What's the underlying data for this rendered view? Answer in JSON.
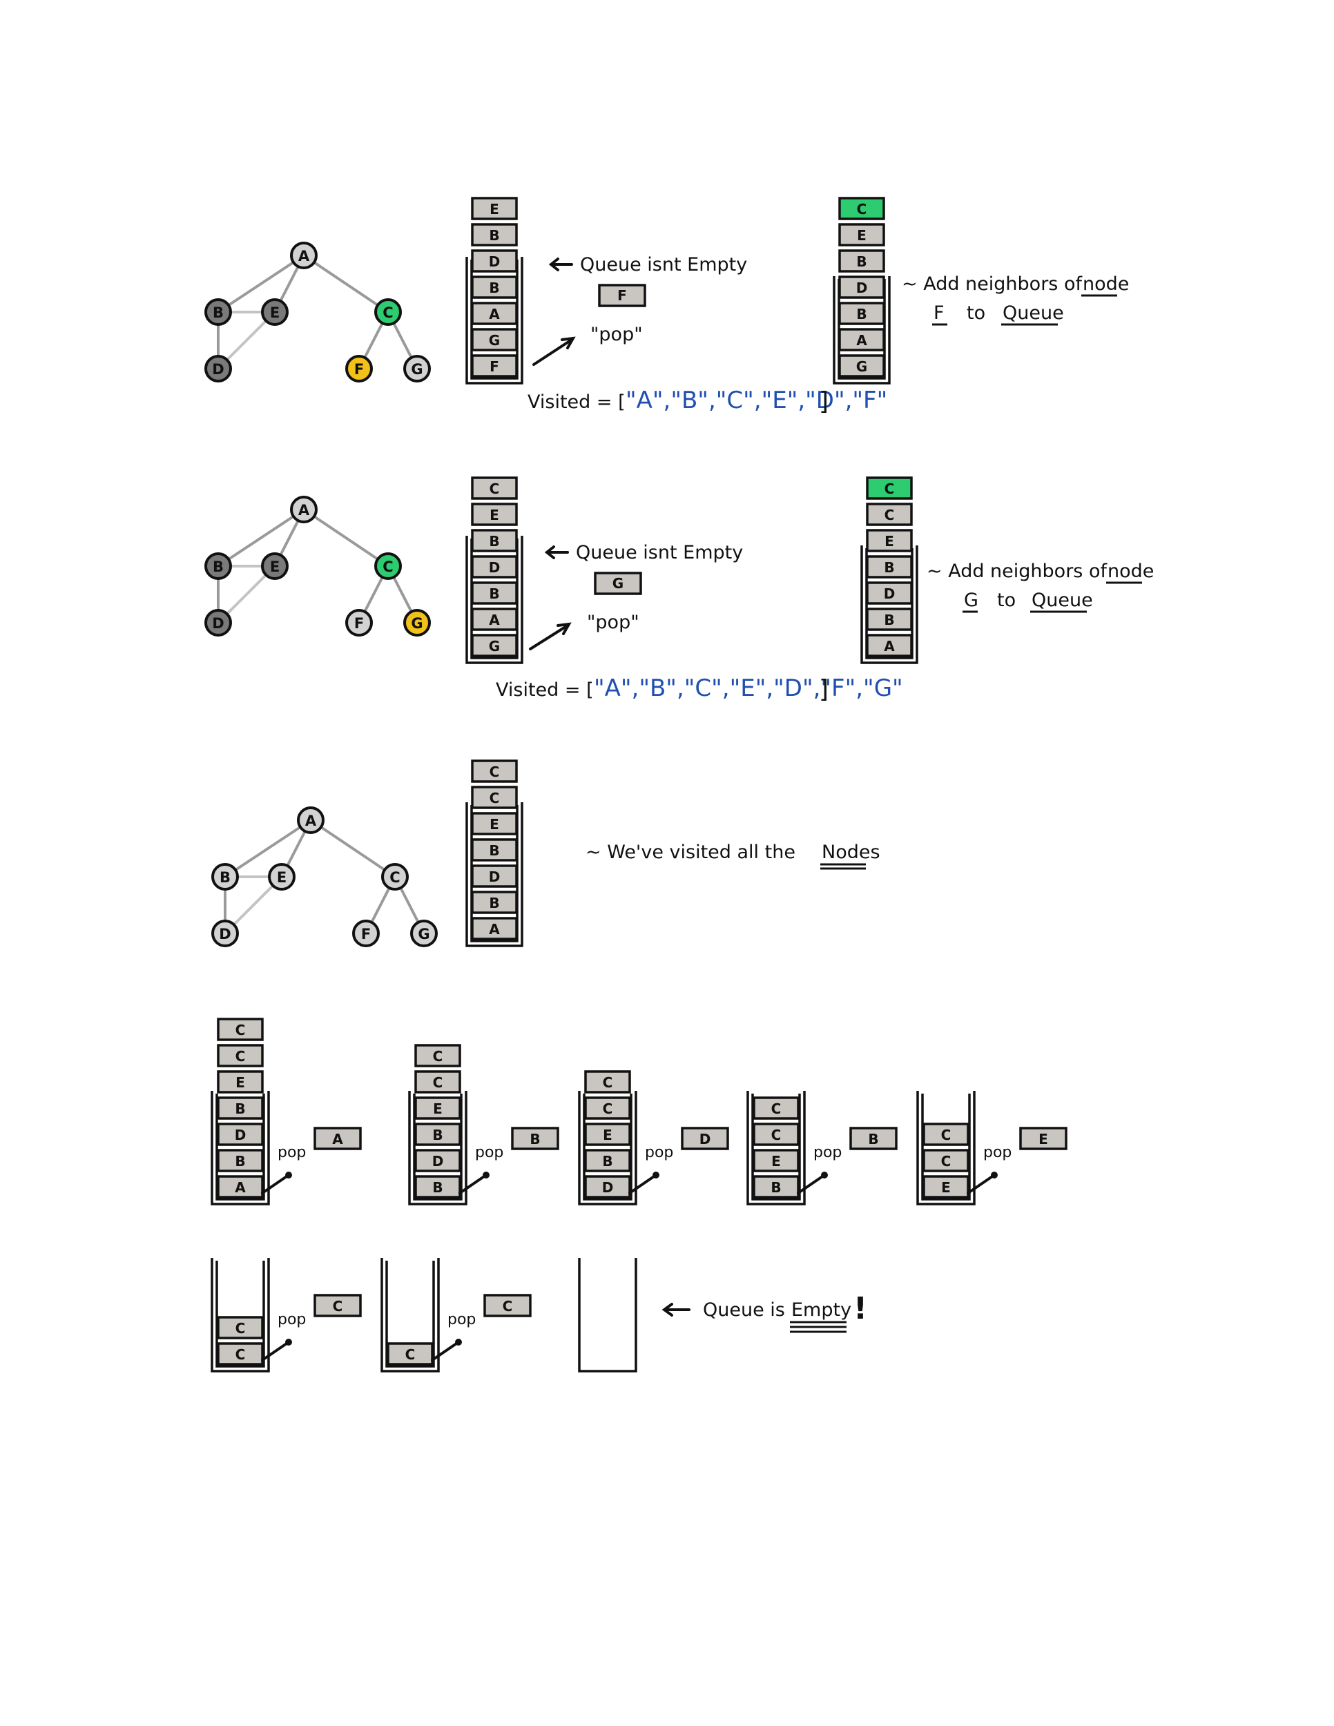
{
  "colors": {
    "visited": "#7a7a7a",
    "unvisited": "#d2d2d2",
    "current": "#f2c21b",
    "highlight": "#2ecc71",
    "box": "#c9c6c1",
    "visited_text": "#1f4fb0"
  },
  "graphs": [
    {
      "nodes": {
        "A": "unvisited",
        "B": "visited",
        "E": "visited",
        "C": "highlight",
        "D": "visited",
        "F": "current",
        "G": "unvisited"
      }
    },
    {
      "nodes": {
        "A": "unvisited",
        "B": "visited",
        "E": "visited",
        "C": "highlight",
        "D": "visited",
        "F": "unvisited",
        "G": "current"
      }
    },
    {
      "nodes": {
        "A": "unvisited",
        "B": "unvisited",
        "E": "unvisited",
        "C": "unvisited",
        "D": "unvisited",
        "F": "unvisited",
        "G": "unvisited"
      }
    }
  ],
  "step1": {
    "queue_before": [
      "E",
      "B",
      "D",
      "B",
      "A",
      "G",
      "F"
    ],
    "queue_after": [
      "C",
      "E",
      "B",
      "D",
      "B",
      "A",
      "G"
    ],
    "popped": "F",
    "queue_status": "Queue isnt Empty",
    "pop_label": "\"pop\"",
    "visited_prefix": "Visited = [",
    "visited_list": "\"A\",\"B\",\"C\",\"E\",\"D\",\"F\"",
    "visited_suffix": "]",
    "note_line1_prefix": "~ Add neighbors of",
    "note_node_word": "node",
    "note_node": "F",
    "note_to": "to",
    "note_queue": "Queue"
  },
  "step2": {
    "queue_before": [
      "C",
      "E",
      "B",
      "D",
      "B",
      "A",
      "G"
    ],
    "queue_after": [
      "C",
      "C",
      "E",
      "B",
      "D",
      "B",
      "A"
    ],
    "popped": "G",
    "queue_status": "Queue isnt Empty",
    "pop_label": "\"pop\"",
    "visited_prefix": "Visited = [",
    "visited_list": "\"A\",\"B\",\"C\",\"E\",\"D\",\"F\",\"G\"",
    "visited_suffix": "]",
    "note_line1_prefix": "~ Add neighbors of",
    "note_node_word": "node",
    "note_node": "G",
    "note_to": "to",
    "note_queue": "Queue"
  },
  "step3": {
    "queue": [
      "C",
      "C",
      "E",
      "B",
      "D",
      "B",
      "A"
    ],
    "note_prefix": "~ We've visited all the",
    "note_word": "Nodes"
  },
  "drain": {
    "steps": [
      {
        "queue": [
          "C",
          "C",
          "E",
          "B",
          "D",
          "B",
          "A"
        ],
        "popped": "A"
      },
      {
        "queue": [
          "C",
          "C",
          "E",
          "B",
          "D",
          "B"
        ],
        "popped": "B"
      },
      {
        "queue": [
          "C",
          "C",
          "E",
          "B",
          "D"
        ],
        "popped": "D"
      },
      {
        "queue": [
          "C",
          "C",
          "E",
          "B"
        ],
        "popped": "B"
      },
      {
        "queue": [
          "C",
          "C",
          "E"
        ],
        "popped": "E"
      },
      {
        "queue": [
          "C",
          "C"
        ],
        "popped": "C"
      },
      {
        "queue": [
          "C"
        ],
        "popped": "C"
      },
      {
        "queue": [],
        "popped": null
      }
    ],
    "pop_label": "pop",
    "empty_prefix": "Queue is",
    "empty_word": "Empty",
    "empty_mark": "!"
  }
}
